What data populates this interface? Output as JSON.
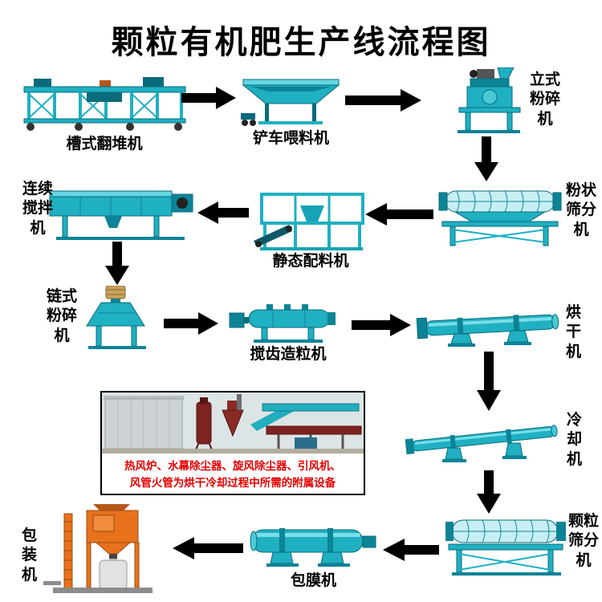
{
  "title": "颗粒有机肥生产线流程图",
  "nodes": {
    "turner": {
      "label": "槽式翻堆机"
    },
    "feeder": {
      "label": "铲车喂料机"
    },
    "vertical_crusher": {
      "label": "立式粉碎机"
    },
    "powder_screener": {
      "label": "粉状筛分机"
    },
    "batcher": {
      "label": "静态配料机"
    },
    "mixer": {
      "label": "连续搅拌机"
    },
    "chain_crusher": {
      "label": "链式粉碎机"
    },
    "granulator": {
      "label": "搅齿造粒机"
    },
    "dryer": {
      "label": "烘干机"
    },
    "cooler": {
      "label": "冷却机"
    },
    "granule_screener": {
      "label": "颗粒筛分机"
    },
    "coater": {
      "label": "包膜机"
    },
    "packer": {
      "label": "包装机"
    }
  },
  "aux_box": {
    "caption_line1": "热风炉、水幕除尘器、旋风除尘器、引风机、",
    "caption_line2": "风管火管为烘干冷却过程中所需的附属设备"
  },
  "flow": [
    "槽式翻堆机",
    "铲车喂料机",
    "立式粉碎机",
    "粉状筛分机",
    "静态配料机",
    "连续搅拌机",
    "链式粉碎机",
    "搅齿造粒机",
    "烘干机",
    "冷却机",
    "颗粒筛分机",
    "包膜机",
    "包装机"
  ],
  "colors": {
    "machine_teal": "#1fb0c2",
    "machine_teal_dark": "#0d8396",
    "packer_orange": "#e8711c",
    "caption_red": "#e60000",
    "arrow_black": "#000000"
  }
}
